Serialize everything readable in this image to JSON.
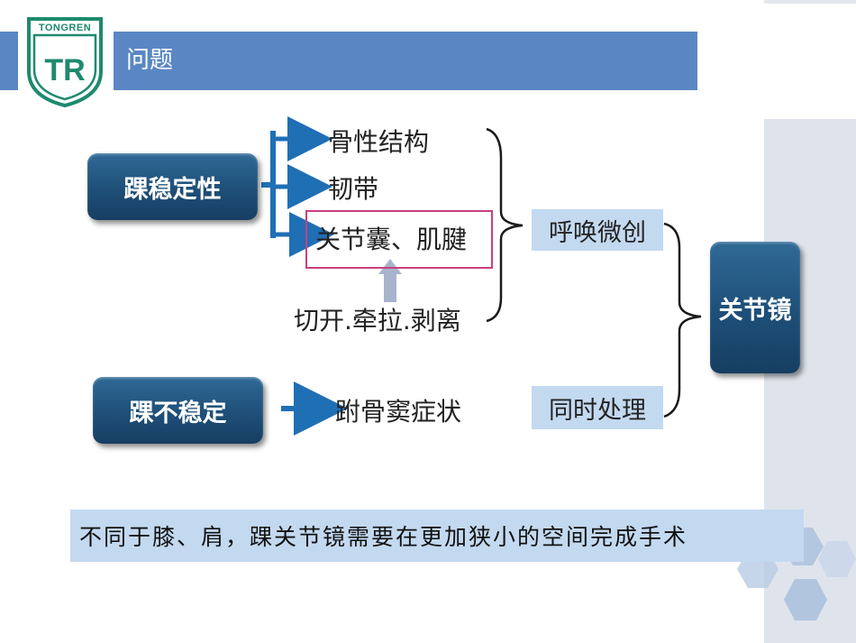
{
  "header": {
    "title": "问题",
    "logo_text": "TONGREN",
    "logo_mark": "TR"
  },
  "diagram": {
    "ankle_stability": "踝稳定性",
    "ankle_instability": "踝不稳定",
    "bone_structure": "骨性结构",
    "ligament": "韧带",
    "capsule_tendon": "关节囊、肌腱",
    "open_pull_strip": "切开.牵拉.剥离",
    "tarsal_sinus": "跗骨窦症状",
    "minimally_invasive": "呼唤微创",
    "simultaneous": "同时处理",
    "arthroscopy": "关节镜"
  },
  "note": "不同于膝、肩，踝关节镜需要在更加狭小的空间完成手术",
  "colors": {
    "header_bar": "#5a87c4",
    "node_dark": "#1e4f78",
    "arrow_blue": "#1f6fb5",
    "light_box": "#c3d9f0",
    "highlight_border": "#c8407f",
    "logo_green": "#1e8a6e"
  }
}
